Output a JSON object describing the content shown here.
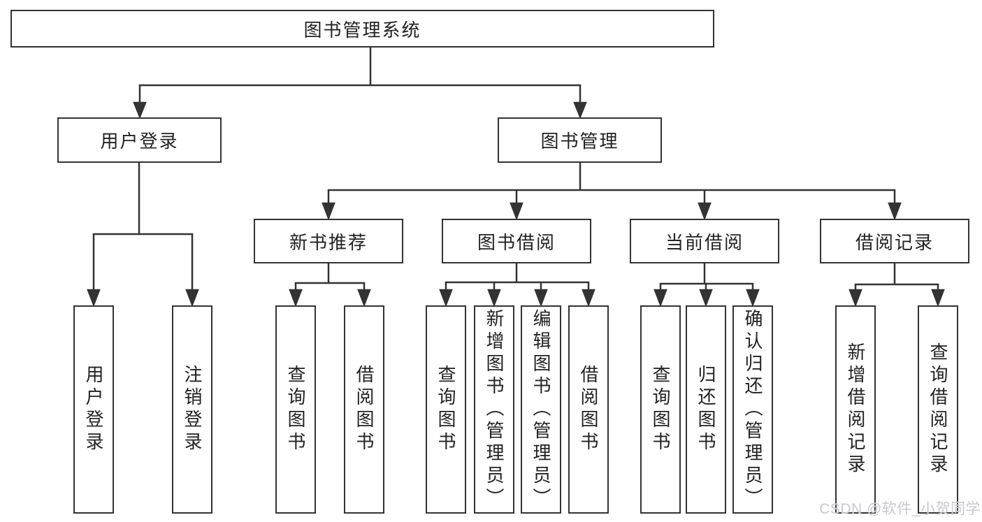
{
  "diagram": {
    "root": {
      "label": "图书管理系统",
      "children": [
        {
          "label": "用户登录",
          "children": [
            {
              "label": "用户登录"
            },
            {
              "label": "注销登录"
            }
          ]
        },
        {
          "label": "图书管理",
          "children": [
            {
              "label": "新书推荐",
              "children": [
                {
                  "label": "查询图书"
                },
                {
                  "label": "借阅图书"
                }
              ]
            },
            {
              "label": "图书借阅",
              "children": [
                {
                  "label": "查询图书"
                },
                {
                  "label": "新增图书（管理员）"
                },
                {
                  "label": "编辑图书（管理员）"
                },
                {
                  "label": "借阅图书"
                }
              ]
            },
            {
              "label": "当前借阅",
              "children": [
                {
                  "label": "查询图书"
                },
                {
                  "label": "归还图书"
                },
                {
                  "label": "确认归还（管理员）"
                }
              ]
            },
            {
              "label": "借阅记录",
              "children": [
                {
                  "label": "新增借阅记录"
                },
                {
                  "label": "查询借阅记录"
                }
              ]
            }
          ]
        }
      ]
    }
  },
  "watermark": "CSDN @软件_小贺同学",
  "colors": {
    "line": "#333333",
    "text": "#222222",
    "watermark": "#c8c8cd",
    "background": "#ffffff"
  }
}
